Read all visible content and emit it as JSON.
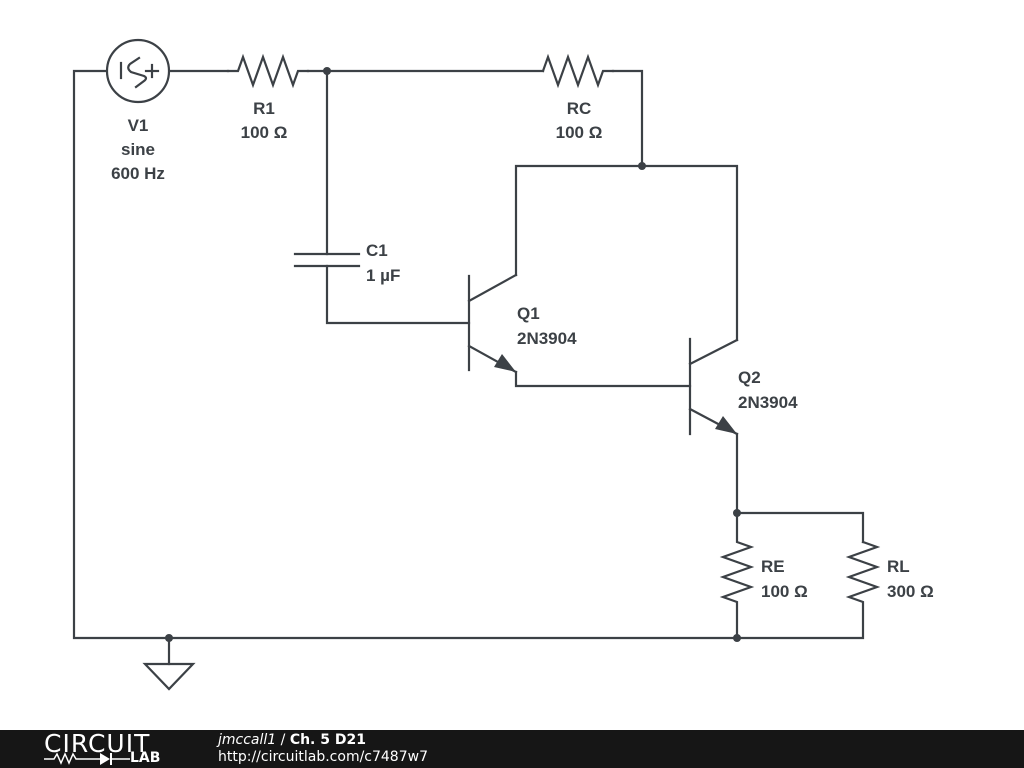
{
  "components": {
    "v1": {
      "name": "V1",
      "type": "sine",
      "freq": "600 Hz",
      "minus": "−",
      "plus": "+"
    },
    "r1": {
      "name": "R1",
      "value": "100 Ω"
    },
    "rc": {
      "name": "RC",
      "value": "100 Ω"
    },
    "c1": {
      "name": "C1",
      "value": "1 µF"
    },
    "q1": {
      "name": "Q1",
      "model": "2N3904"
    },
    "q2": {
      "name": "Q2",
      "model": "2N3904"
    },
    "re": {
      "name": "RE",
      "value": "100 Ω"
    },
    "rl": {
      "name": "RL",
      "value": "300 Ω"
    }
  },
  "footer": {
    "logo_top": "CIRCUIT",
    "logo_bottom": "LAB",
    "user": "jmccall1",
    "separator": " / ",
    "title": "Ch. 5 D21",
    "url": "http://circuitlab.com/c7487w7"
  },
  "colors": {
    "wire": "#3c4146",
    "footer_bg": "#161616"
  }
}
